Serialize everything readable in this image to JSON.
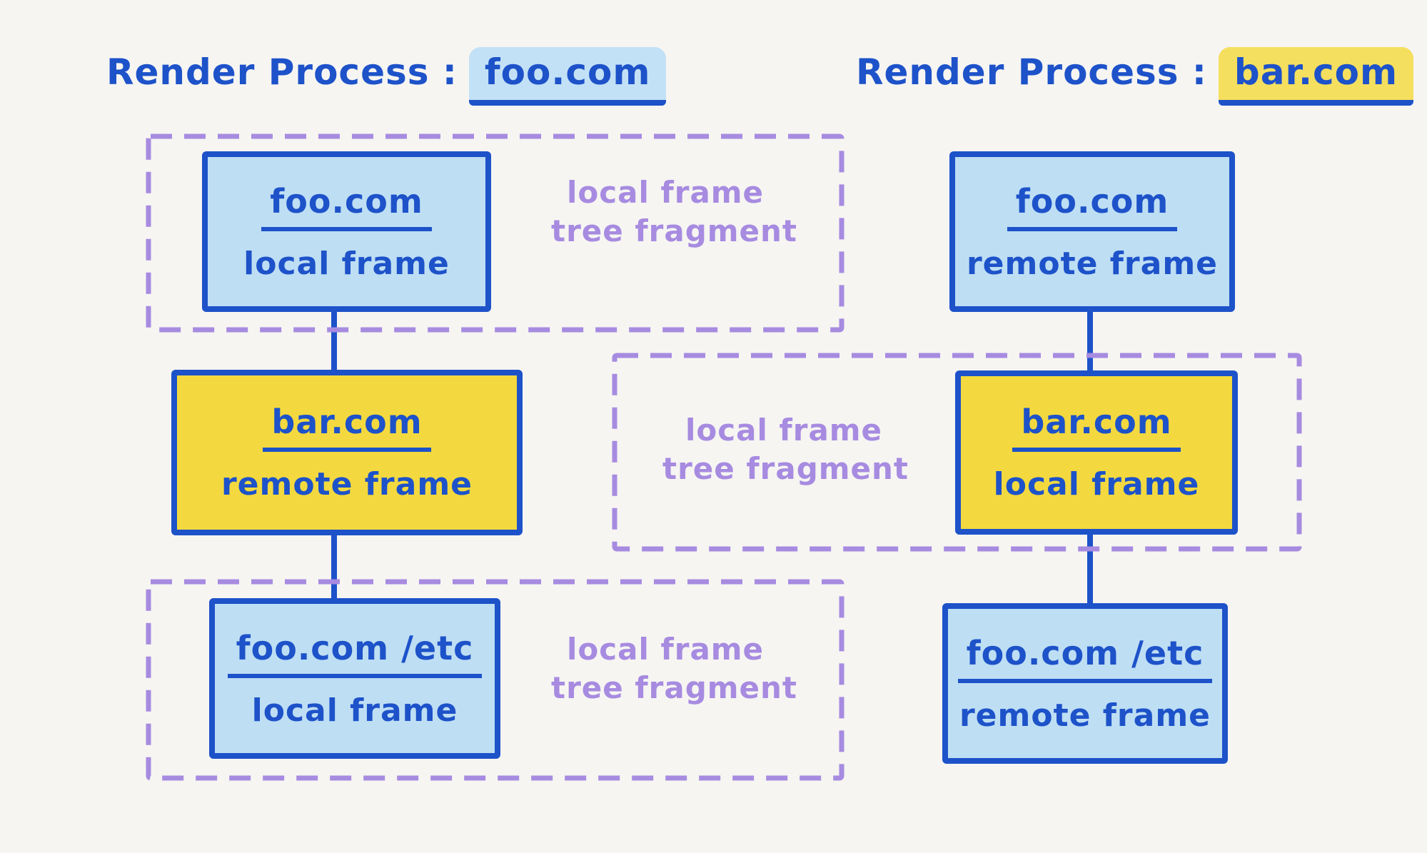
{
  "palette": {
    "background": "#f6f5f2",
    "ink_blue": "#1d52c9",
    "light_blue_fill": "#bedef4",
    "yellow_fill": "#f3d93f",
    "purple": "#a78be0",
    "highlight_blue": "#c3e1f6",
    "highlight_yellow": "#f5df5e"
  },
  "processes": [
    {
      "title": {
        "prefix": "Render Process :",
        "domain": "foo.com",
        "highlight": "blue"
      },
      "nodes": [
        {
          "domain": "foo.com",
          "frame_type": "local frame",
          "variant": "blue"
        },
        {
          "domain": "bar.com",
          "frame_type": "remote frame",
          "variant": "yellow"
        },
        {
          "domain": "foo.com /etc",
          "frame_type": "local frame",
          "variant": "blue"
        }
      ],
      "fragments": [
        {
          "line1": "local frame",
          "line2": "tree fragment"
        },
        {
          "line1": "local frame",
          "line2": "tree fragment"
        }
      ]
    },
    {
      "title": {
        "prefix": "Render Process :",
        "domain": "bar.com",
        "highlight": "yellow"
      },
      "nodes": [
        {
          "domain": "foo.com",
          "frame_type": "remote frame",
          "variant": "blue"
        },
        {
          "domain": "bar.com",
          "frame_type": "local frame",
          "variant": "yellow"
        },
        {
          "domain": "foo.com /etc",
          "frame_type": "remote frame",
          "variant": "blue"
        }
      ],
      "fragments": [
        {
          "line1": "local frame",
          "line2": "tree fragment"
        }
      ]
    }
  ]
}
